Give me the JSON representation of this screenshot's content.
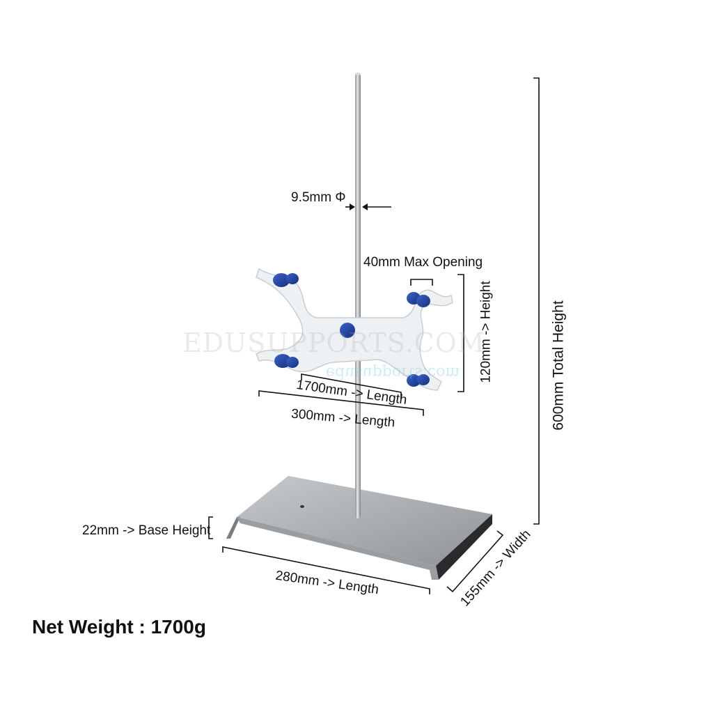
{
  "watermark": {
    "primary": "EDUSUPPORTS.COM",
    "secondary": "edusupports.com"
  },
  "labels": {
    "rod_diameter": "9.5mm Φ",
    "max_opening": "40mm Max Opening",
    "clamp_height": "120mm -> Height",
    "clamp_inner_length": "1700mm -> Length",
    "clamp_length": "300mm -> Length",
    "total_height": "600mm Total Height",
    "base_height": "22mm -> Base Height",
    "base_length": "280mm -> Length",
    "base_width": "155mm -> Width",
    "net_weight": "Net Weight : 1700g"
  },
  "colors": {
    "rod": "#b8bcc0",
    "base_top": "#a9adb2",
    "base_edge": "#2a2a2c",
    "clamp_body": "#eef1f3",
    "clamp_knob": "#1f3f9a",
    "dimension_line": "#111111"
  }
}
